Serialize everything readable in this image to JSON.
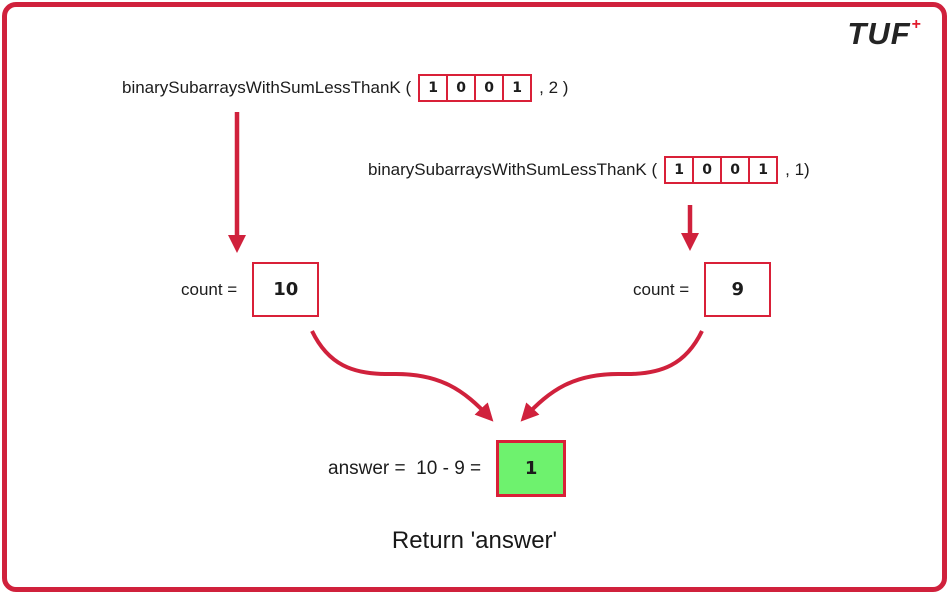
{
  "logo": {
    "text": "TUF",
    "plus": "+"
  },
  "calls": [
    {
      "prefix": "binarySubarraysWithSumLessThanK (",
      "cells": [
        "1",
        "0",
        "0",
        "1"
      ],
      "suffix": ", 2 )"
    },
    {
      "prefix": "binarySubarraysWithSumLessThanK (",
      "cells": [
        "1",
        "0",
        "0",
        "1"
      ],
      "suffix": ", 1)"
    }
  ],
  "counts": [
    {
      "label": "count =",
      "value": "10"
    },
    {
      "label": "count =",
      "value": "9"
    }
  ],
  "answer": {
    "label": "answer =  10 - 9 =",
    "value": "1"
  },
  "return_text": "Return 'answer'",
  "colors": {
    "accent": "#d0213c",
    "cell_border": "#d92038",
    "answer_green": "#6ef26e",
    "text": "#1c1c1c"
  }
}
